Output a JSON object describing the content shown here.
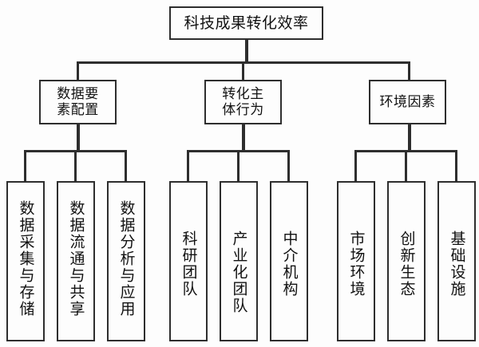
{
  "diagram": {
    "type": "tree-hierarchy",
    "title_node": "科技成果转化效率",
    "root": {
      "label": "科技成果转化效率"
    },
    "branches": [
      {
        "label": "数据要素配置",
        "children": [
          "数据采集与存储",
          "数据流通与共享",
          "数据分析与应用"
        ]
      },
      {
        "label": "转化主体行为",
        "children": [
          "科研团队",
          "产业化团队",
          "中介机构"
        ]
      },
      {
        "label": "环境因素",
        "children": [
          "市场环境",
          "创新生态",
          "基础设施"
        ]
      }
    ],
    "level2": [
      {
        "line1": "数据要",
        "line2": "素配置",
        "full": "数据要素配置"
      },
      {
        "line1": "转化主",
        "line2": "体行为",
        "full": "转化主体行为"
      },
      {
        "line1": "环境因素",
        "line2": "",
        "full": "环境因素"
      }
    ],
    "leaves": [
      "数据采集与存储",
      "数据流通与共享",
      "数据分析与应用",
      "科研团队",
      "产业化团队",
      "中介机构",
      "市场环境",
      "创新生态",
      "基础设施"
    ],
    "colors": {
      "background": "#fdfdfd",
      "border": "#2e2e2e",
      "text": "#111111",
      "connector": "#2e2e2e"
    }
  }
}
